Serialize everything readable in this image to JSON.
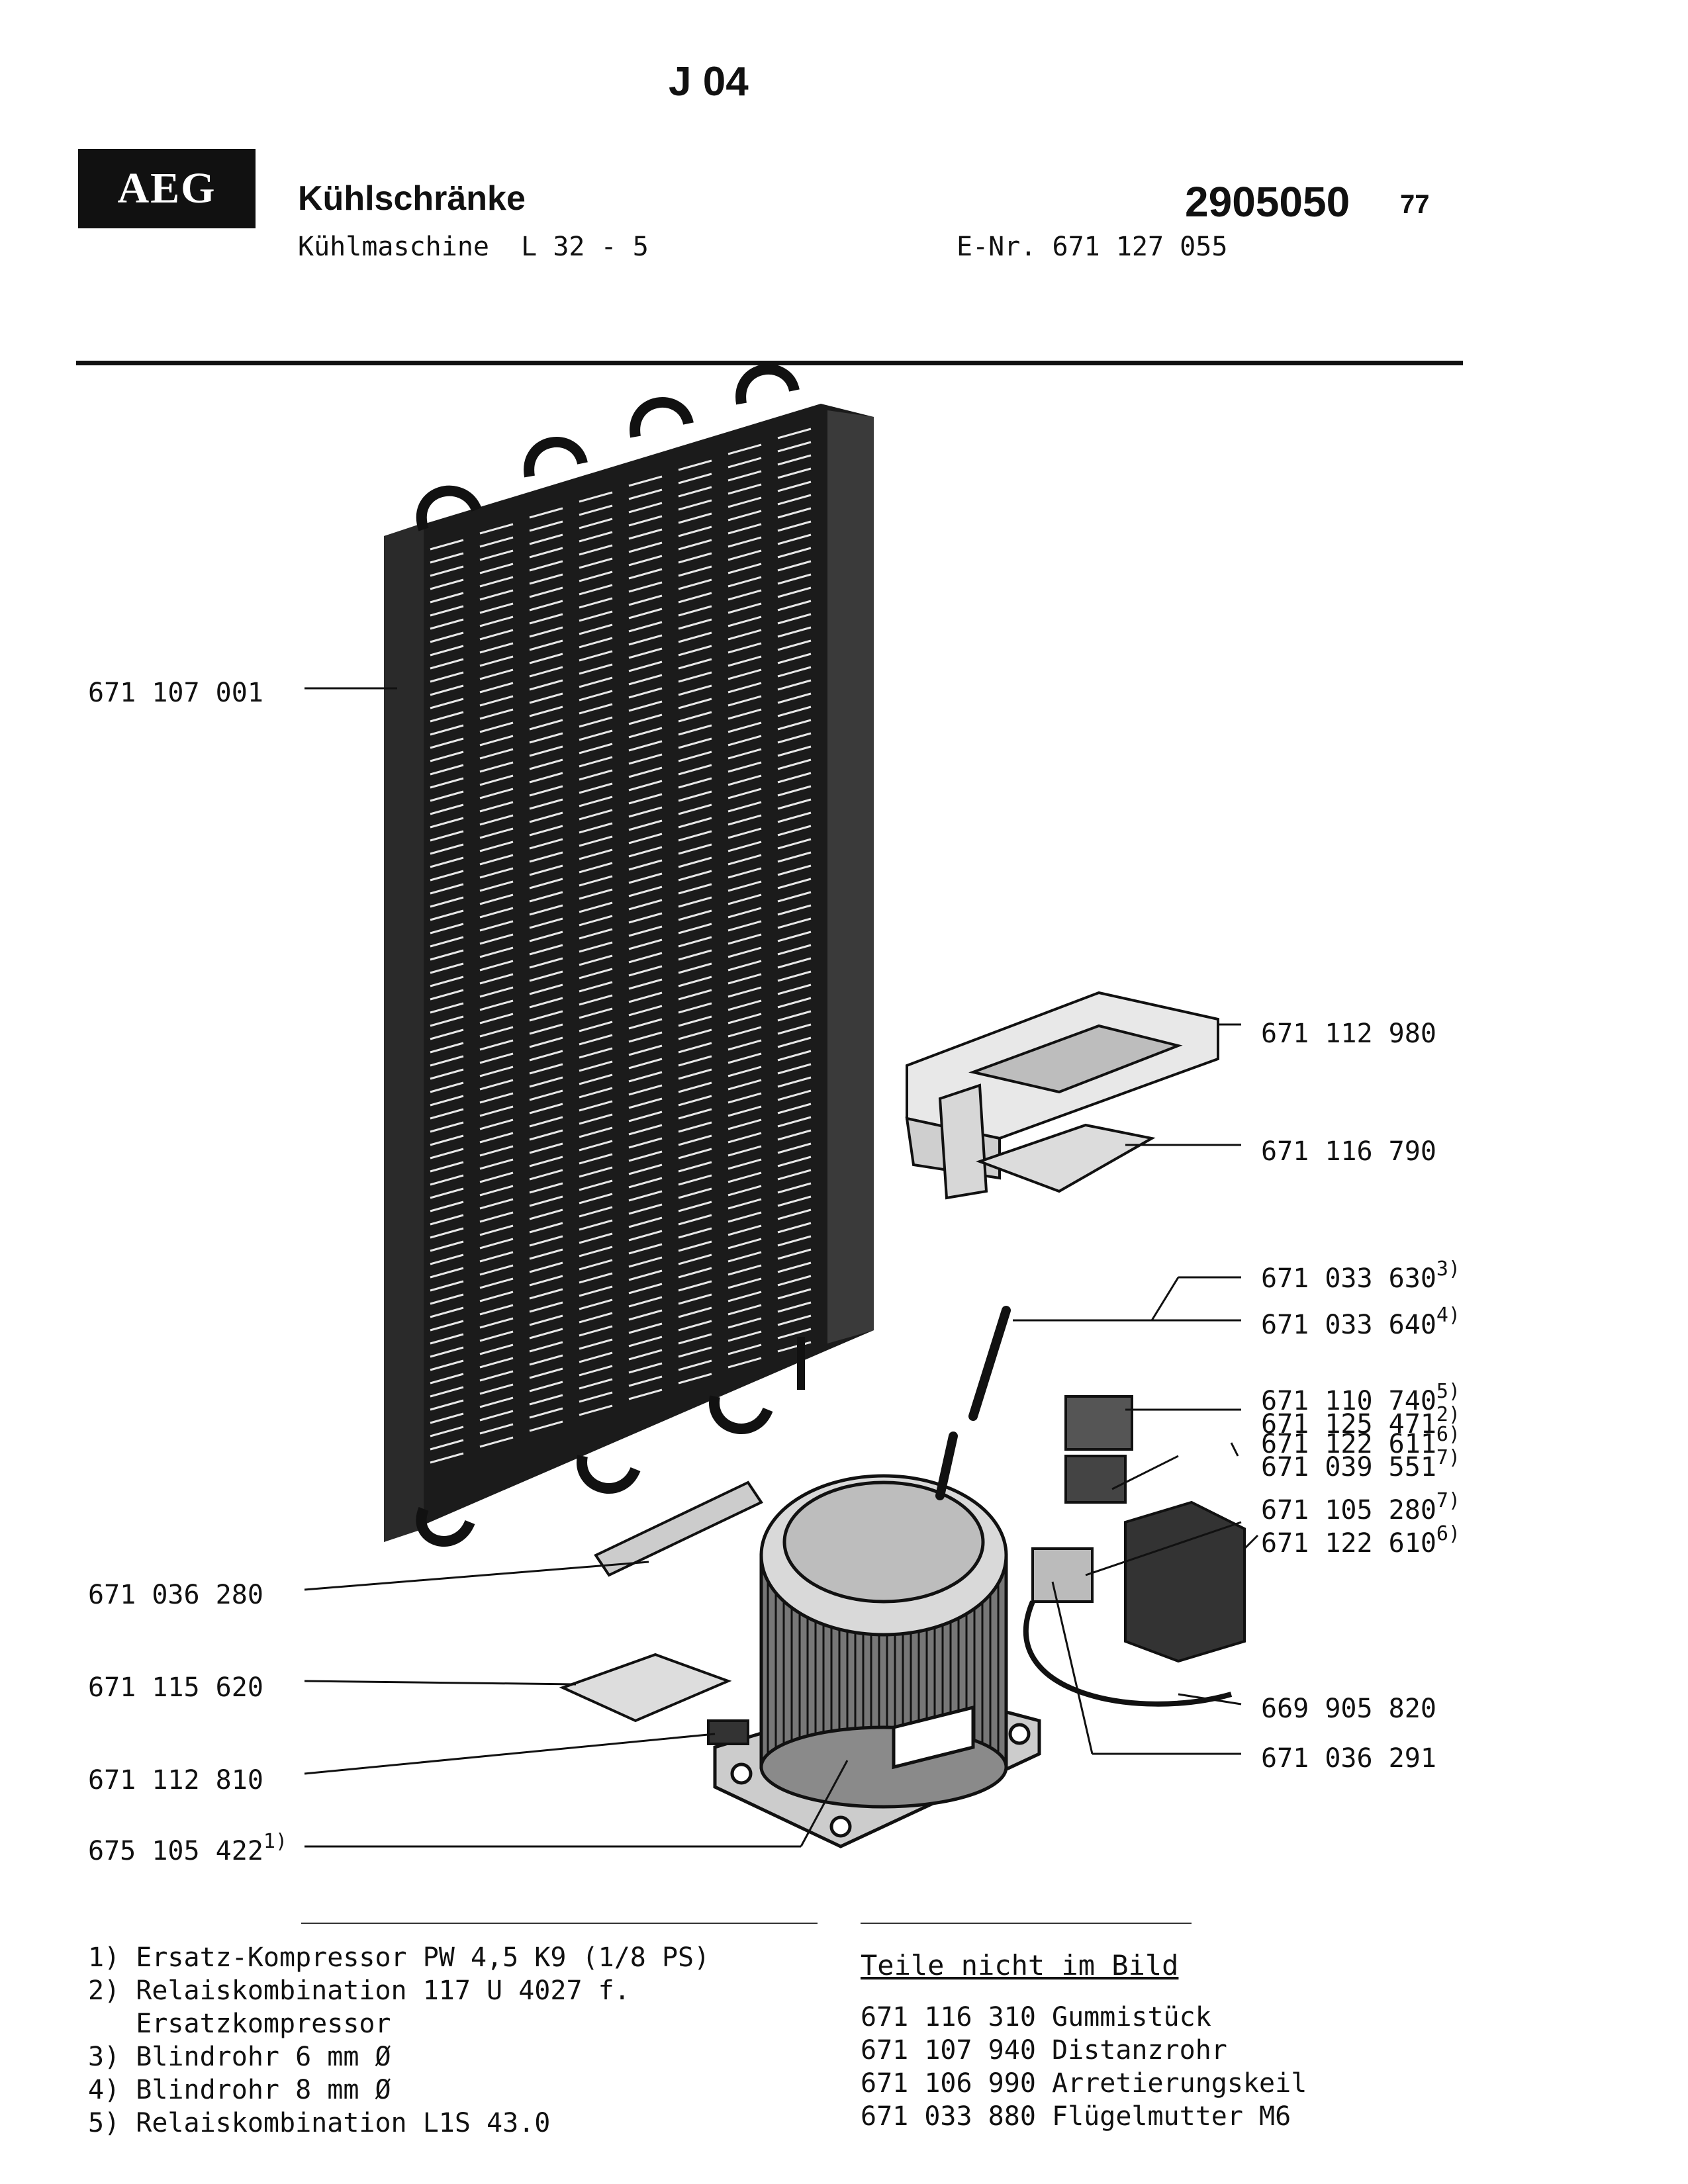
{
  "header": {
    "page_code": "J 04",
    "brand": "AEG",
    "category": "Kühlschränke",
    "subtitle": "Kühlmaschine  L 32 - 5",
    "doc_number": "2905050",
    "doc_suffix": "77",
    "enr": "E-Nr. 671 127 055"
  },
  "parts": [
    {
      "label": "671 107 001",
      "note": ""
    },
    {
      "label": "671 112 980",
      "note": ""
    },
    {
      "label": "671 116 790",
      "note": ""
    },
    {
      "label": "671 033 630",
      "note": "3)"
    },
    {
      "label": "671 033 640",
      "note": "4)"
    },
    {
      "label": "671 110 740",
      "note": "5)"
    },
    {
      "label": "671 125 471",
      "note": "2)"
    },
    {
      "label": "671 122 611",
      "note": "6)"
    },
    {
      "label": "671 039 551",
      "note": "7)"
    },
    {
      "label": "671 105 280",
      "note": "7)"
    },
    {
      "label": "671 122 610",
      "note": "6)"
    },
    {
      "label": "671 036 280",
      "note": ""
    },
    {
      "label": "671 115 620",
      "note": ""
    },
    {
      "label": "671 112 810",
      "note": ""
    },
    {
      "label": "675 105 422",
      "note": "1)"
    },
    {
      "label": "669 905 820",
      "note": ""
    },
    {
      "label": "671 036 291",
      "note": ""
    }
  ],
  "footnotes": [
    "1) Ersatz-Kompressor PW 4,5 K9 (1/8 PS)",
    "2) Relaiskombination 117 U 4027 f.",
    "   Ersatzkompressor",
    "3) Blindrohr 6 mm Ø",
    "4) Blindrohr 8 mm Ø",
    "5) Relaiskombination L1S 43.0"
  ],
  "not_in_picture": {
    "title": "Teile nicht im Bild",
    "items": [
      "671 116 310 Gummistück",
      "671 107 940 Distanzrohr",
      "671 106 990 Arretierungskeil",
      "671 033 880 Flügelmutter M6"
    ]
  }
}
